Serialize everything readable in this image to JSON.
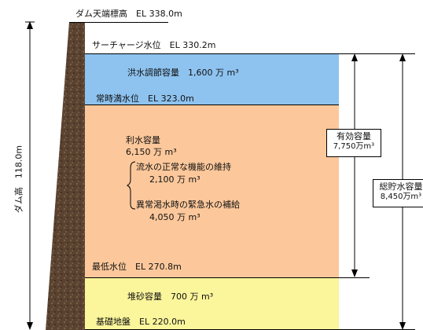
{
  "levels": {
    "crest": "ダム天端標高　EL 338.0m",
    "surcharge": "サーチャージ水位　EL 330.2m",
    "normal": "常時満水位　EL 323.0m",
    "minimum": "最低水位　EL 270.8m",
    "foundation": "基礎地盤　EL 220.0m"
  },
  "zones": {
    "flood": {
      "label": "洪水調節容量　1,600 万 m³",
      "color": "#8ec3f0"
    },
    "utilization": {
      "color": "#fcc89b",
      "title": "利水容量",
      "total": "6,150 万 m³",
      "item1_label": "流水の正常な機能の維持",
      "item1_value": "2,100 万 m³",
      "item2_label": "異常渇水時の緊急水の補給",
      "item2_value": "4,050 万 m³"
    },
    "sediment": {
      "label": "堆砂容量　700 万 m³",
      "color": "#fbf59b"
    }
  },
  "dam_height": "ダム高　118.0m",
  "effective": {
    "title": "有効容量",
    "value": "7,750万m³"
  },
  "total_storage": {
    "title": "総貯水容量",
    "value": "8,450万m³"
  }
}
